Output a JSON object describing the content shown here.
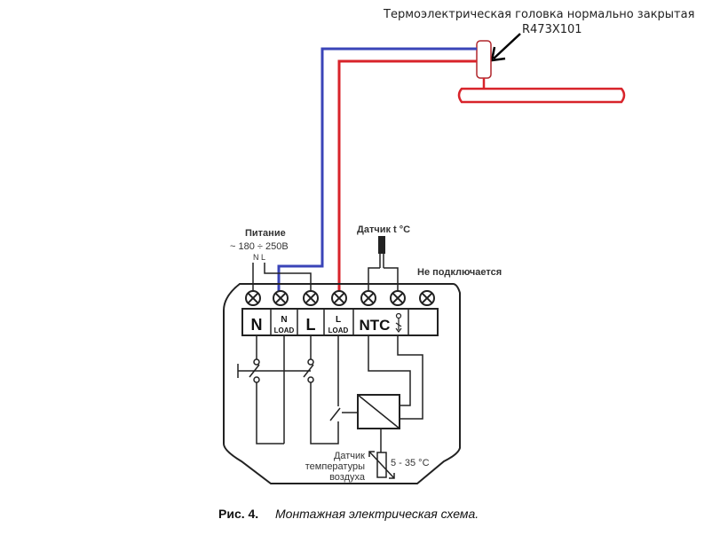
{
  "annotation": {
    "head_label": "Термоэлектрическая головка нормально закрытая",
    "model": "R473X101"
  },
  "power": {
    "title": "Питание",
    "voltage": "~ 180 ÷ 250В",
    "phases": "N  L"
  },
  "sensor": {
    "label": "Датчик t °C"
  },
  "not_connected": "Не подключается",
  "terminals": [
    {
      "main": "N",
      "sub": ""
    },
    {
      "main": "N",
      "sub": "LOAD"
    },
    {
      "main": "L",
      "sub": ""
    },
    {
      "main": "L",
      "sub": "LOAD"
    },
    {
      "main": "NTC",
      "sub": ""
    },
    {
      "main": "",
      "sub": ""
    }
  ],
  "air_sensor": {
    "line1": "Датчик",
    "line2": "температуры",
    "line3": "воздуха",
    "range": "5 - 35 °C"
  },
  "caption": {
    "fig": "Рис. 4.",
    "text": "Монтажная электрическая схема."
  },
  "colors": {
    "wire_blue": "#3a44b8",
    "wire_red": "#d8232a",
    "outline": "#222222"
  }
}
